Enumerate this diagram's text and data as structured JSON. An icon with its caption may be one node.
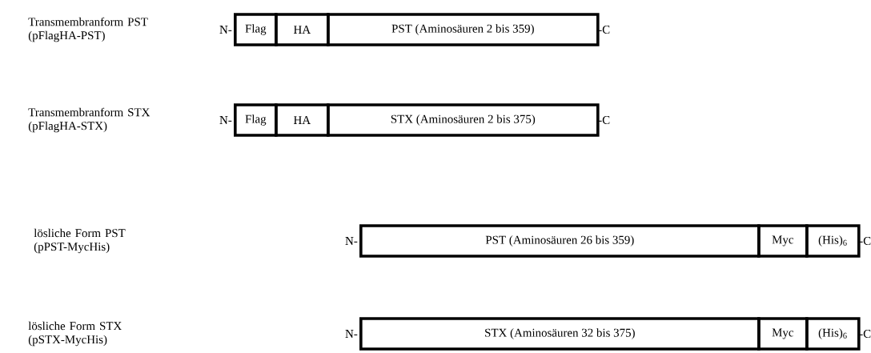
{
  "diagram": {
    "nodes": [
      {
        "text": [
          "Flag"
        ]
      },
      {
        "text": [
          "HA"
        ]
      },
      {
        "text": [
          "PST   (Aminosäuren 2 bis 359)"
        ]
      },
      {
        "text": [
          "Flag"
        ]
      },
      {
        "text": [
          "HA"
        ]
      },
      {
        "text": [
          "STX  (Aminosäuren 2 bis 375)"
        ]
      },
      {
        "text": [
          "PST (Aminosäuren 26 bis 359)"
        ]
      },
      {
        "text": [
          "Myc"
        ]
      },
      {
        "text": [
          "(His)$_{6}$"
        ]
      },
      {
        "text": [
          "STX (Aminosäuren 32 bis 375)"
        ]
      },
      {
        "text": [
          "Myc"
        ]
      },
      {
        "text": [
          "(His)$_{6}$"
        ]
      }
    ],
    "labels": [
      "Transmembranform PST (pFlagHA-PST)",
      "N-",
      "-C",
      "Transmembranform STX (pFlagHA-STX)",
      "N-",
      "-C",
      "lösliche Form PST (pPST-MycHis)",
      "N-",
      "-C",
      "lösliche Form STX (pSTX-MycHis)",
      "N-",
      "-C"
    ]
  }
}
